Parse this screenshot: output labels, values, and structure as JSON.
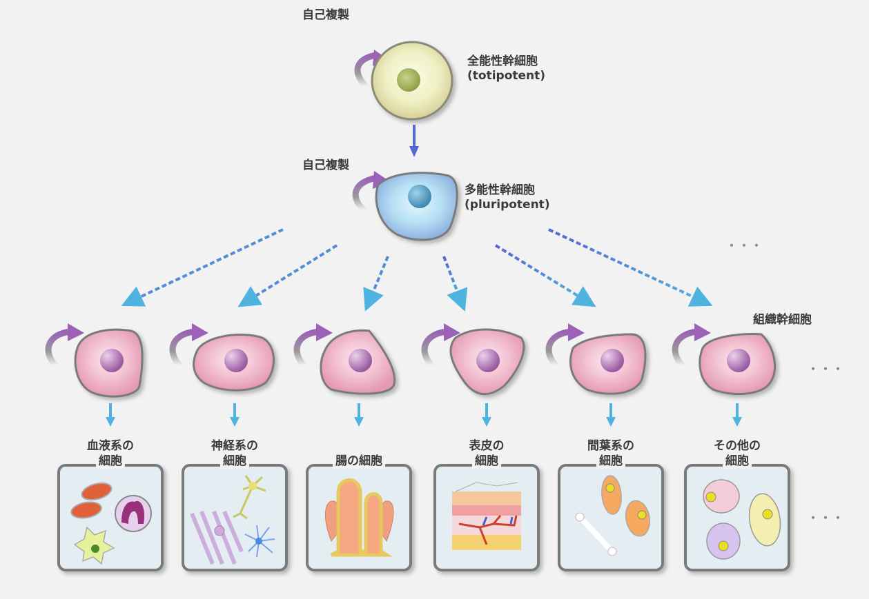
{
  "diagram": {
    "title": "Stem cell hierarchy",
    "top_cell": {
      "self_renewal_label": "自己複製",
      "name_ja": "全能性幹細胞",
      "name_en": "(totipotent)"
    },
    "middle_cell": {
      "self_renewal_label": "自己複製",
      "name_ja": "多能性幹細胞",
      "name_en": "(pluripotent)"
    },
    "tissue_stem_label": "組織幹細胞",
    "ellipsis": "・・・",
    "categories": [
      {
        "line1": "血液系の",
        "line2": "細胞",
        "icon": "blood-cells-icon"
      },
      {
        "line1": "神経系の",
        "line2": "細胞",
        "icon": "nerve-cells-icon"
      },
      {
        "line1": "",
        "line2": "腸の細胞",
        "icon": "intestine-cells-icon"
      },
      {
        "line1": "表皮の",
        "line2": "細胞",
        "icon": "skin-cells-icon"
      },
      {
        "line1": "間葉系の",
        "line2": "細胞",
        "icon": "mesenchymal-cells-icon"
      },
      {
        "line1": "その他の",
        "line2": "細胞",
        "icon": "other-cells-icon"
      }
    ],
    "colors": {
      "background": "#f2f2f2",
      "totipotent_fill": "#eef0c4",
      "pluripotent_fill": "#a9d6ef",
      "tissue_fill": "#f0b6c8",
      "self_renewal_arrow": "#9b62b8",
      "arrow_dark": "#5566cc",
      "arrow_light": "#4fb3e0",
      "box_fill": "#e4eef2",
      "box_border": "#7a7a7a"
    }
  }
}
